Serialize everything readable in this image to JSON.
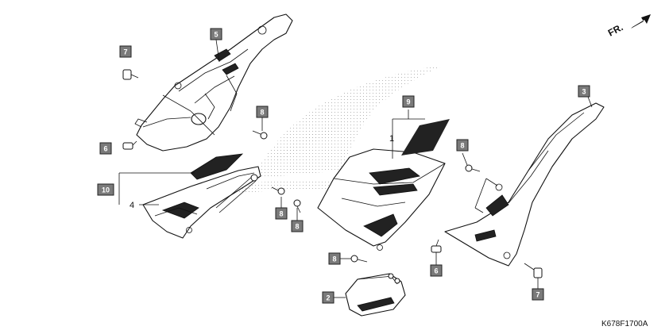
{
  "diagram": {
    "code": "K678F1700A",
    "direction_label": "FR.",
    "plain_labels": {
      "left_cover": "4",
      "center_cover": "1"
    },
    "callouts": {
      "c7_top": "7",
      "c5": "5",
      "c8_upper": "8",
      "c6_left": "6",
      "c10": "10",
      "c8_mid_a": "8",
      "c8_mid_b": "8",
      "c9": "9",
      "c3": "3",
      "c8_right": "8",
      "c8_lower": "8",
      "c6_right": "6",
      "c2": "2",
      "c7_bottom": "7"
    }
  }
}
